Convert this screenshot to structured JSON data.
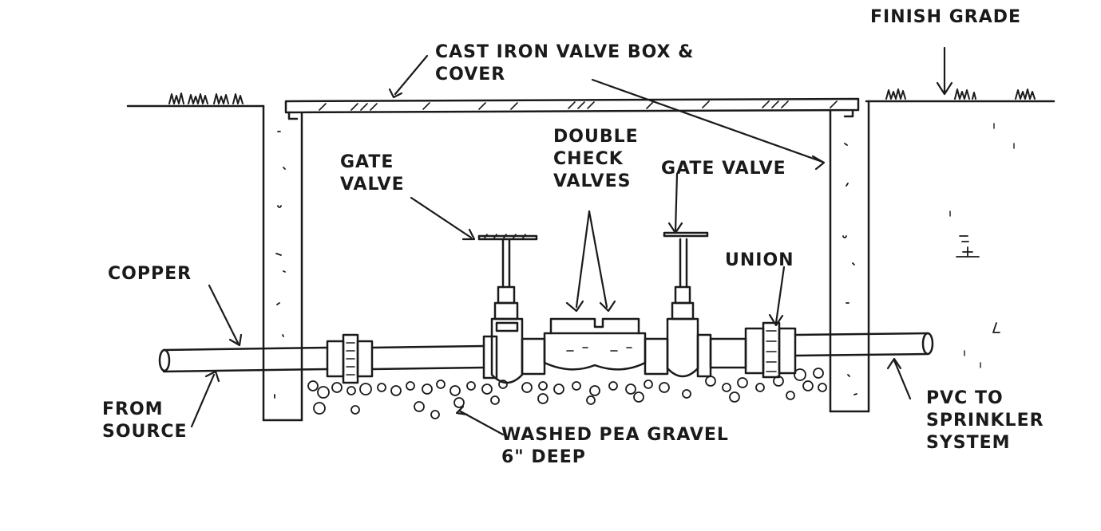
{
  "labels": {
    "finish_grade": "FINISH GRADE",
    "valve_box": [
      "CAST IRON VALVE BOX &",
      "COVER"
    ],
    "double_check": [
      "DOUBLE",
      "CHECK",
      "VALVES"
    ],
    "gate_valve_left": [
      "GATE",
      "VALVE"
    ],
    "gate_valve_right": "GATE VALVE",
    "union": "UNION",
    "copper": "COPPER",
    "from_source": [
      "FROM",
      "SOURCE"
    ],
    "pea_gravel": [
      "WASHED PEA GRAVEL",
      "6\" DEEP"
    ],
    "pvc": [
      "PVC TO",
      "SPRINKLER",
      "SYSTEM"
    ]
  },
  "colors": {
    "ink": "#1a1a1a",
    "paper": "#ffffff"
  }
}
